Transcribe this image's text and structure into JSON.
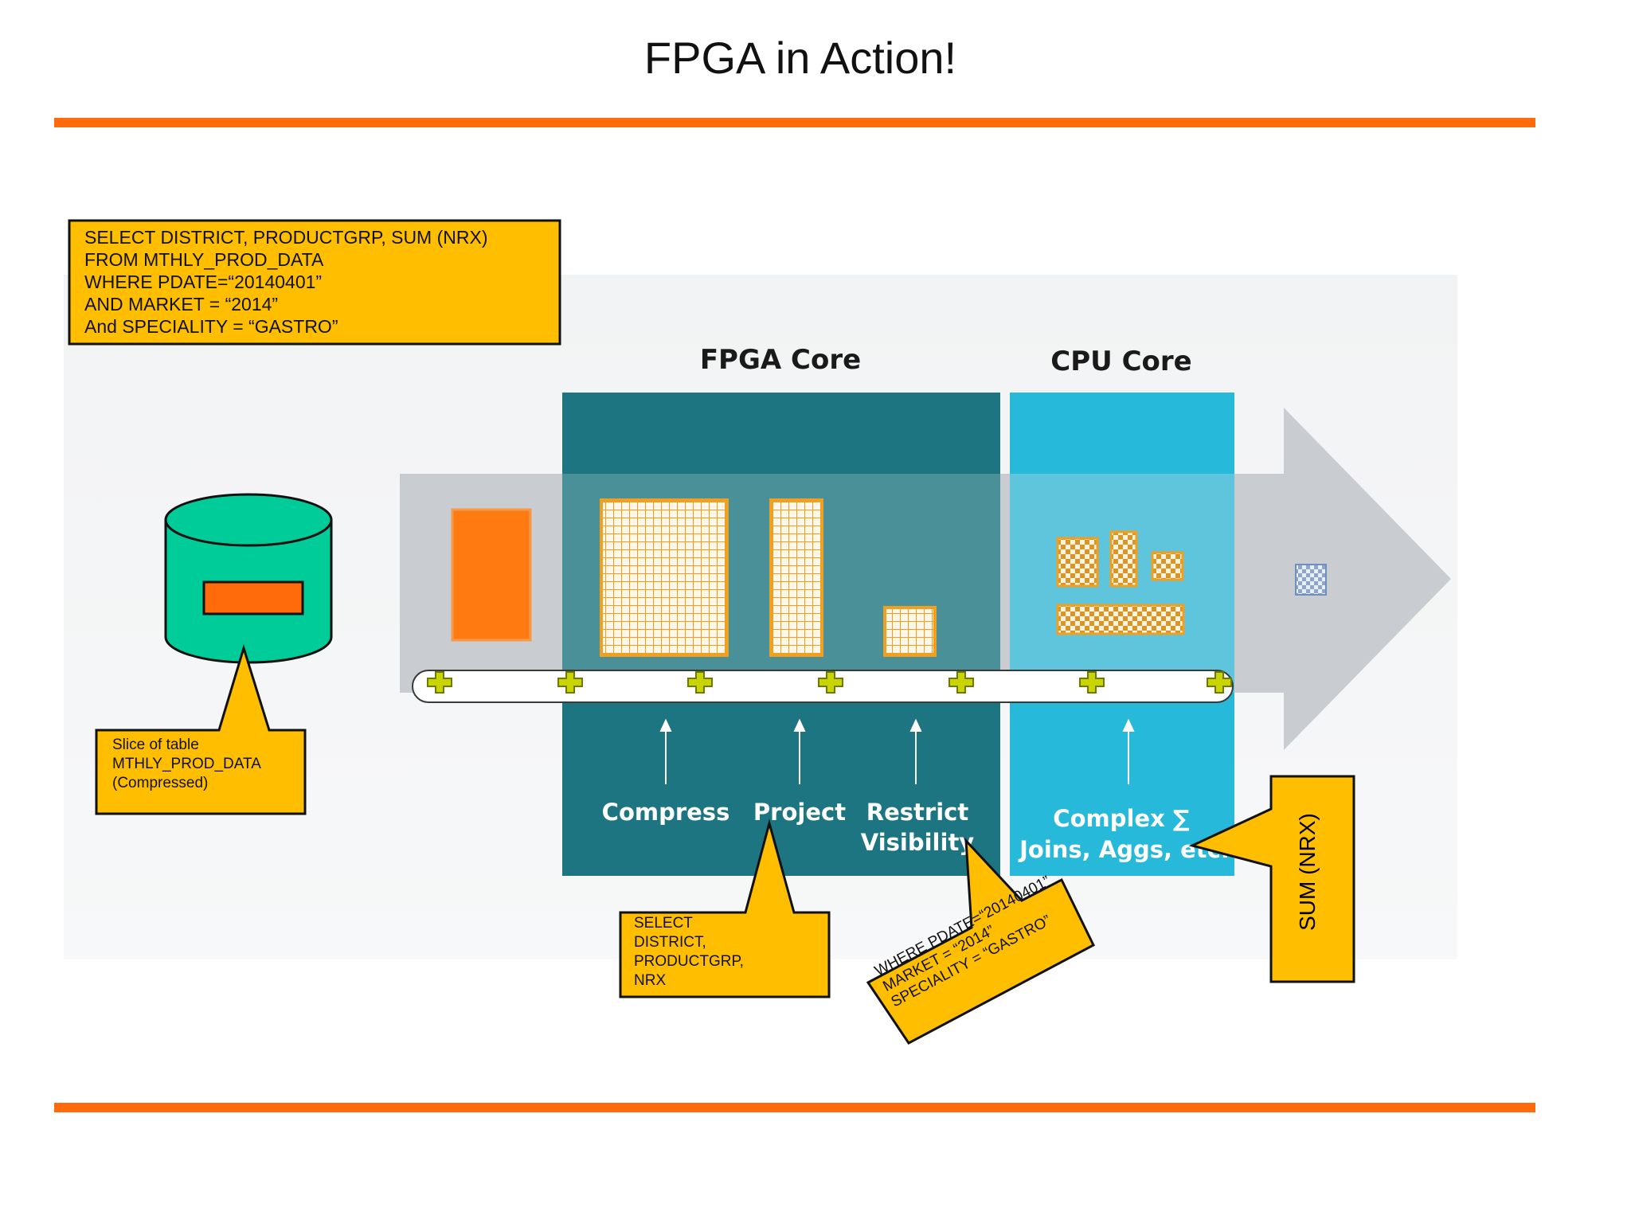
{
  "slide": {
    "title": "FPGA in Action!"
  },
  "colors": {
    "accent_rule": "#ff6a0b",
    "callout": "#ffbe00",
    "fpga_core": "#1c7580",
    "cpu_core": "#27b9d9",
    "database": "#00cc99",
    "data_block": "#ff6a0b",
    "arrow": "#c9ccd0"
  },
  "diagram": {
    "fpga_core_label": "FPGA Core",
    "cpu_core_label": "CPU Core",
    "stages": {
      "compress": "Compress",
      "project": "Project",
      "restrict_line1": "Restrict",
      "restrict_line2": "Visibility",
      "complex_line1": "Complex ∑",
      "complex_line2": "Joins, Aggs, etc."
    }
  },
  "callouts": {
    "sql_query": "SELECT DISTRICT, PRODUCTGRP, SUM (NRX)\nFROM MTHLY_PROD_DATA\nWHERE PDATE=“20140401”\nAND MARKET = “2014”\nAnd SPECIALITY = “GASTRO”",
    "table_slice": "Slice of table\nMTHLY_PROD_DATA\n(Compressed)",
    "select_clause": "SELECT\nDISTRICT,\nPRODUCTGRP,\nNRX",
    "where_clause": "WHERE PDATE=“20140401”\nMARKET = “2014”\nSPECIALITY = “GASTRO”",
    "sum_clause": "SUM (NRX)"
  }
}
